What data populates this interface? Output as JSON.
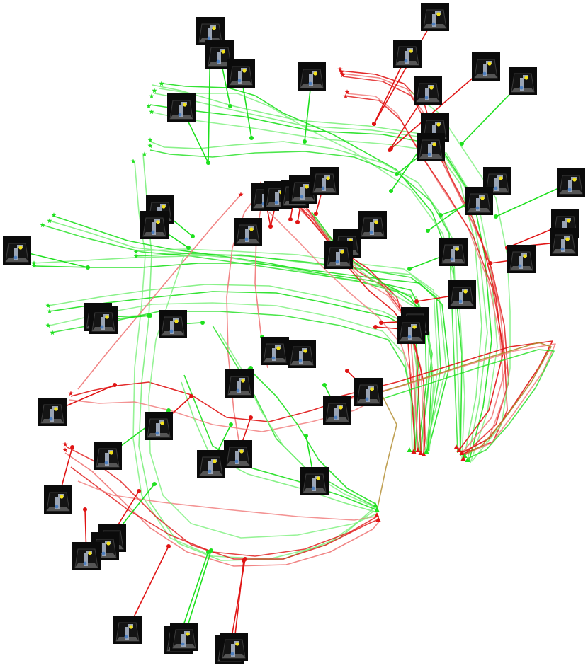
{
  "colors": {
    "success": "#1ee01e",
    "success_light": "#7cf07c",
    "failure": "#e01414",
    "failure_light": "#f07878",
    "mixed": "#b08a2a",
    "thumbnail_bg": "#0b0b0b",
    "target_marker": "#f3e11b"
  },
  "markers": {
    "start": "star",
    "end": "triangle",
    "waypoint": "dot"
  },
  "icons": {
    "thumbnail": "robot-arm-thumbnail-icon",
    "start": "star-icon",
    "end": "triangle-icon"
  },
  "legend": null
}
